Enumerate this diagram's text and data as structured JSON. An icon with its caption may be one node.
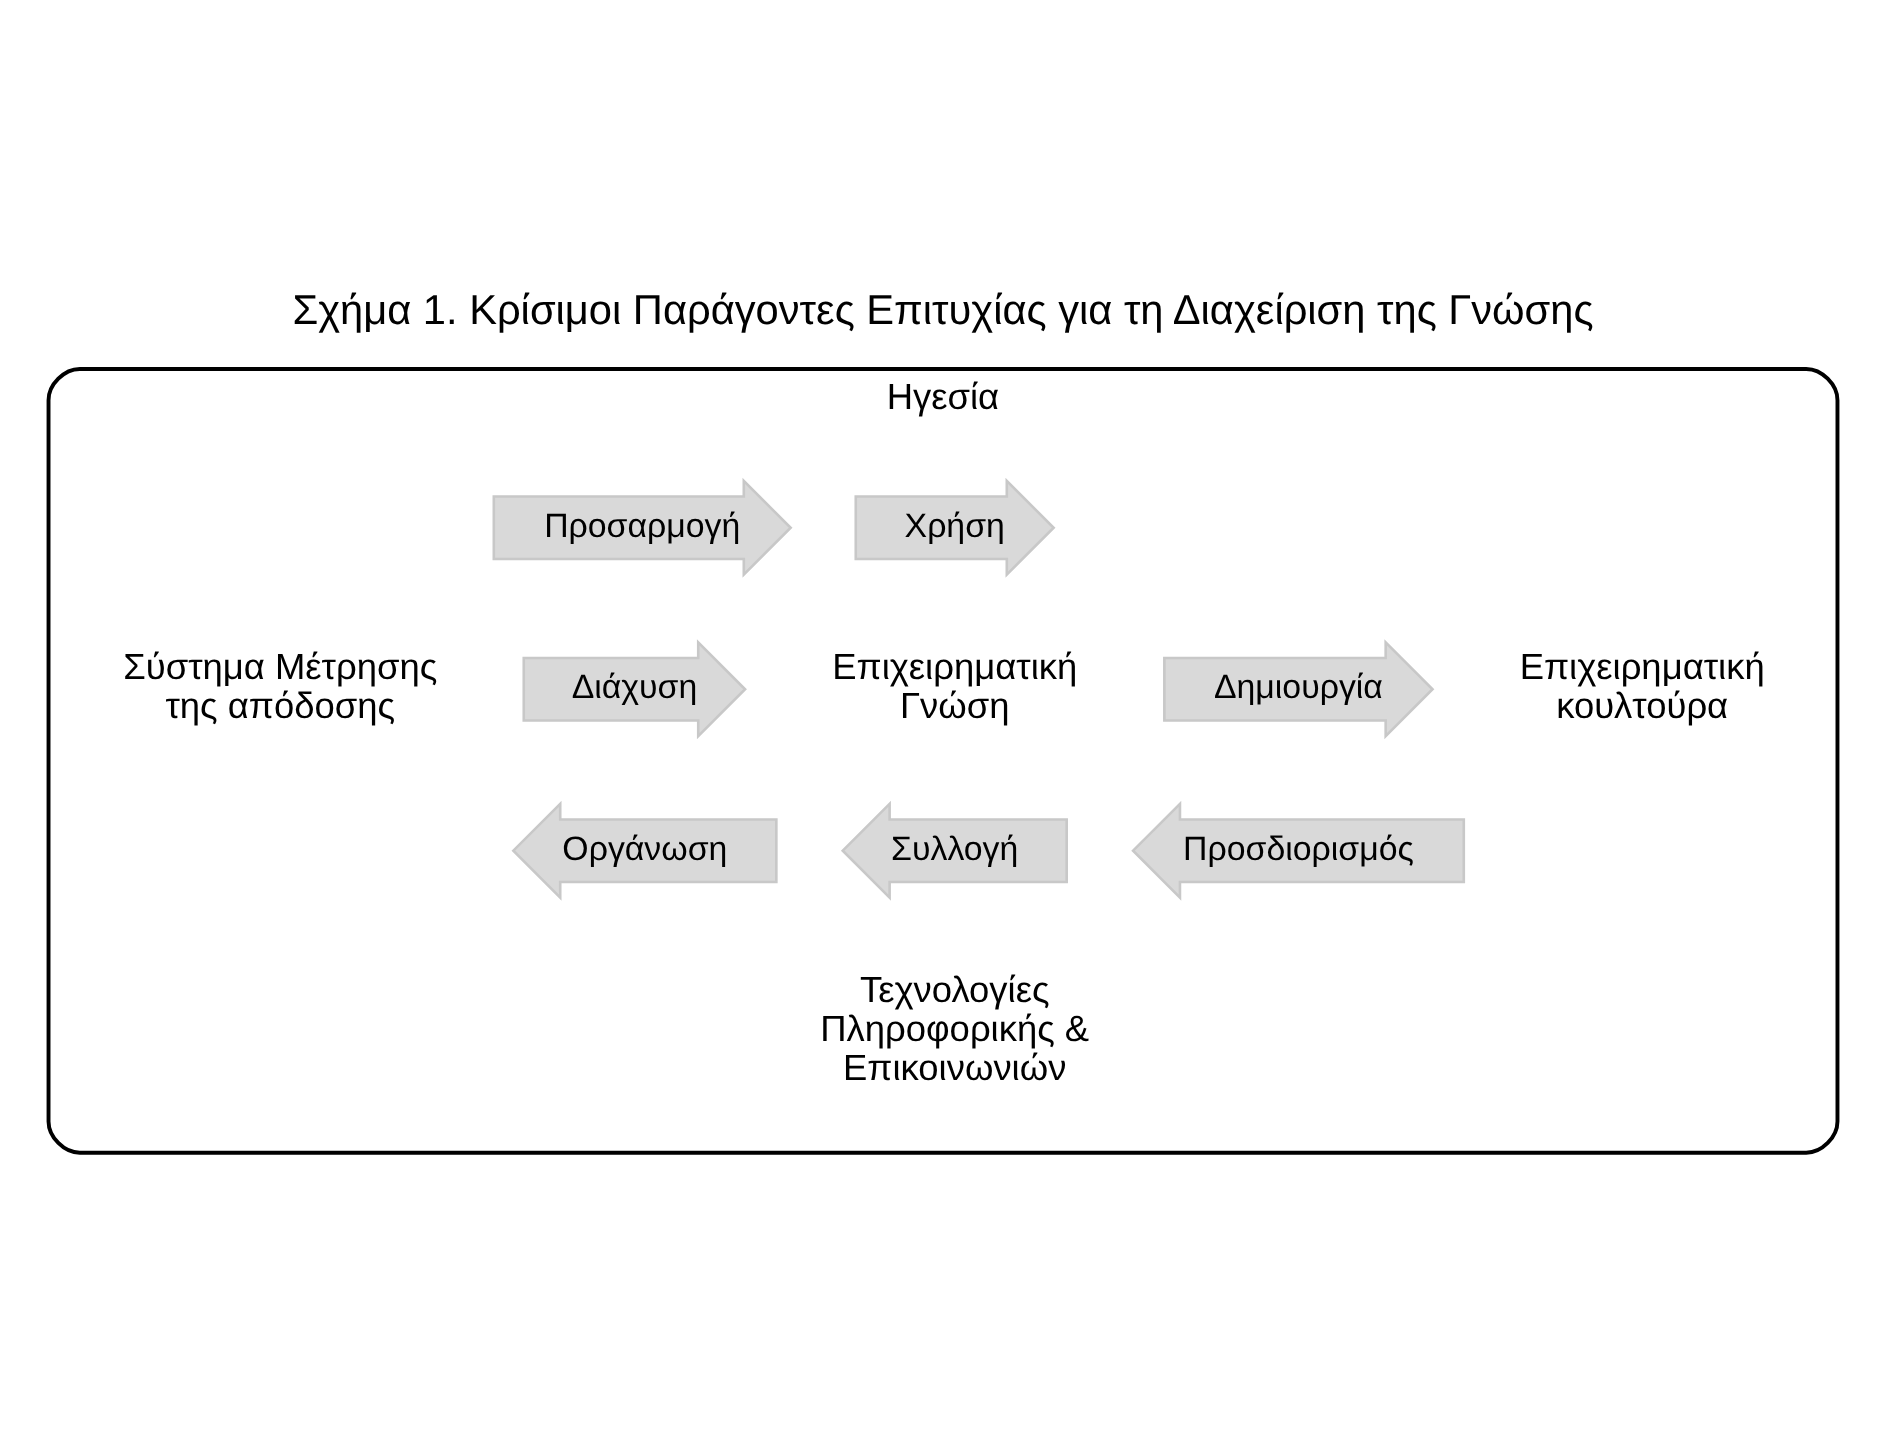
{
  "diagram": {
    "title": "Σχήμα 1. Κρίσιμοι Παράγοντες Επιτυχίας για τη Διαχείριση της Γνώσης",
    "nodes": [
      {
        "text": [
          "Ηγεσία",
          "Σύστημα Μέτρησης της απόδοσης",
          "Επιχειρηματική κουλτούρα",
          "Τεχνολογίες Πληροφορικής & Επικοινωνιών"
        ]
      },
      {
        "text": [
          "Χρήση"
        ],
        "in": 0
      },
      {
        "text": [
          "Δημιουργία"
        ],
        "in": 0
      },
      {
        "text": [
          "Προσδιορισμός"
        ],
        "in": 0
      },
      {
        "text": [
          "Συλλογή"
        ],
        "in": 0
      },
      {
        "text": [
          "Οργάνωση"
        ],
        "in": 0
      },
      {
        "text": [
          "Διάχυση"
        ],
        "in": 0
      },
      {
        "text": [
          "Προσαρμογή"
        ],
        "in": 0
      }
    ],
    "edges": [],
    "labels": [
      "Επιχειρηματική Γνώση"
    ]
  }
}
